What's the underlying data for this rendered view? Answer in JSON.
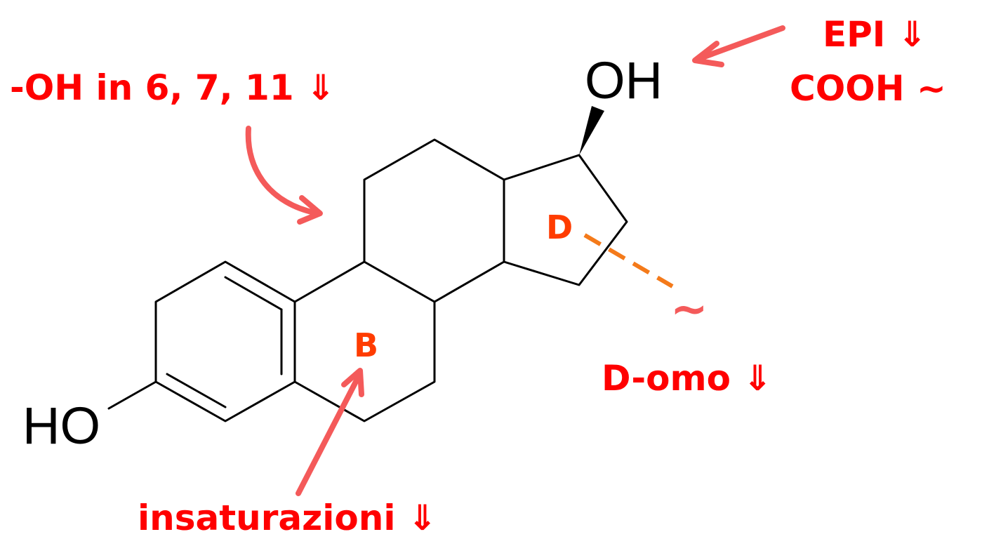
{
  "annotations": {
    "hydroxyl_positions": "-OH in 6, 7, 11 ⇓",
    "epi": "EPI ⇓",
    "cooh": "COOH ~",
    "d_homo": "D-omo ⇓",
    "unsaturations": "insaturazioni ⇓",
    "d_tilde": "~"
  },
  "ring_labels": {
    "ring_b": "B",
    "ring_d": "D"
  },
  "atoms": {
    "oh_17": "OH",
    "ho_3": "HO"
  },
  "colors": {
    "annotation_red": "#ff0000",
    "arrow_red": "#f45a5a",
    "ring_label": "#ff3c00",
    "d_bond_dash": "#f47a1a",
    "bond": "#000000"
  }
}
